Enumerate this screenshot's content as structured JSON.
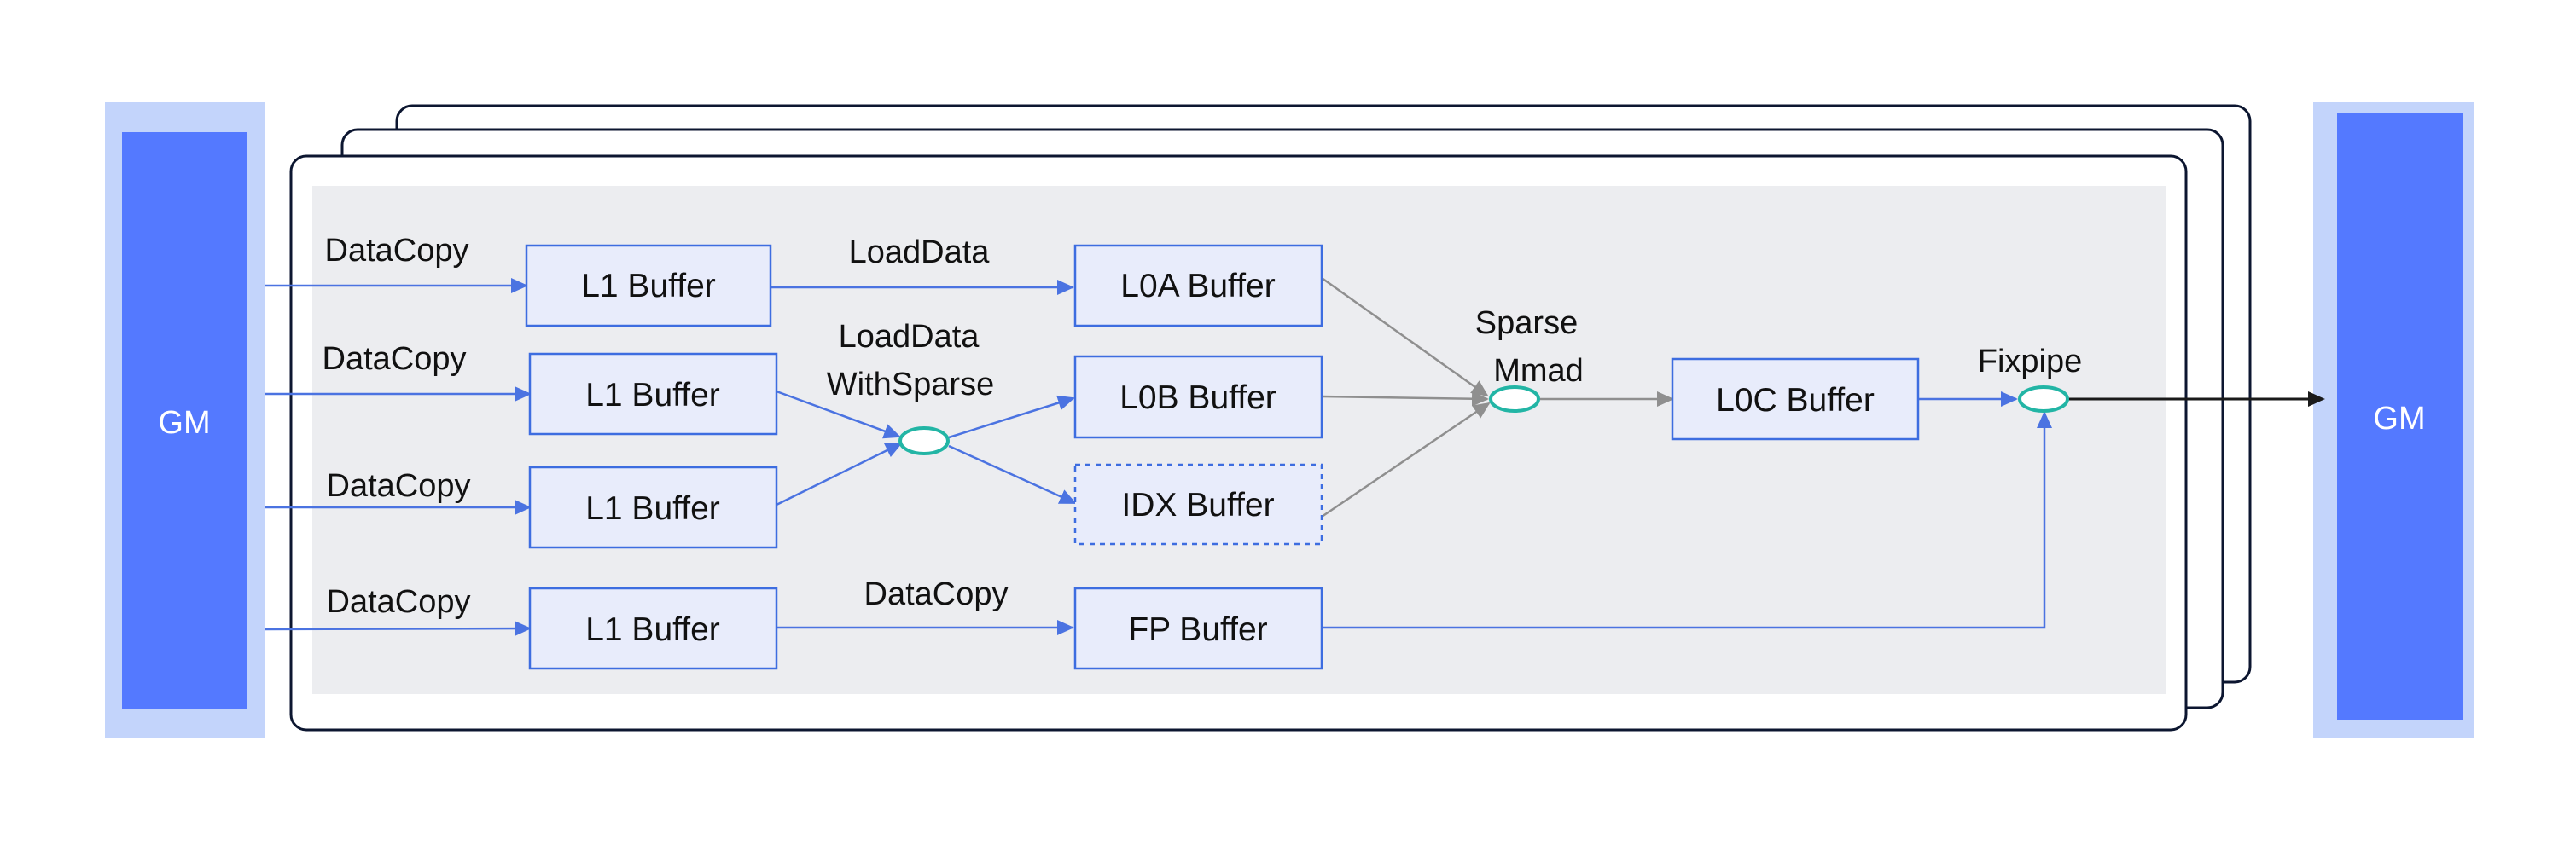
{
  "colors": {
    "gm_fill": "#5479ff",
    "gm_outer": "#c3d4fb",
    "buffer_fill": "#e8ecfb",
    "buffer_stroke": "#3d6de0",
    "flow_blue": "#4b73e1",
    "flow_gray": "#8f8f8f",
    "op_node": "#22b5a5",
    "panel_bg": "#ecedf0",
    "frame_stroke": "#0c1630",
    "output_arrow": "#1a1a1a"
  },
  "gm": {
    "left_label": "GM",
    "right_label": "GM"
  },
  "buffers": {
    "l1_a": "L1 Buffer",
    "l1_b": "L1 Buffer",
    "l1_c": "L1 Buffer",
    "l1_d": "L1 Buffer",
    "l0a": "L0A Buffer",
    "l0b": "L0B Buffer",
    "idx": "IDX Buffer",
    "fp": "FP Buffer",
    "l0c": "L0C Buffer"
  },
  "ops": {
    "datacopy_1": "DataCopy",
    "datacopy_2": "DataCopy",
    "datacopy_3": "DataCopy",
    "datacopy_4": "DataCopy",
    "loaddata": "LoadData",
    "loaddata_withsparse_line1": "LoadData",
    "loaddata_withsparse_line2": "WithSparse",
    "datacopy_fp": "DataCopy",
    "sparse_mmad_line1": "Sparse",
    "sparse_mmad_line2": "Mmad",
    "fixpipe": "Fixpipe"
  }
}
